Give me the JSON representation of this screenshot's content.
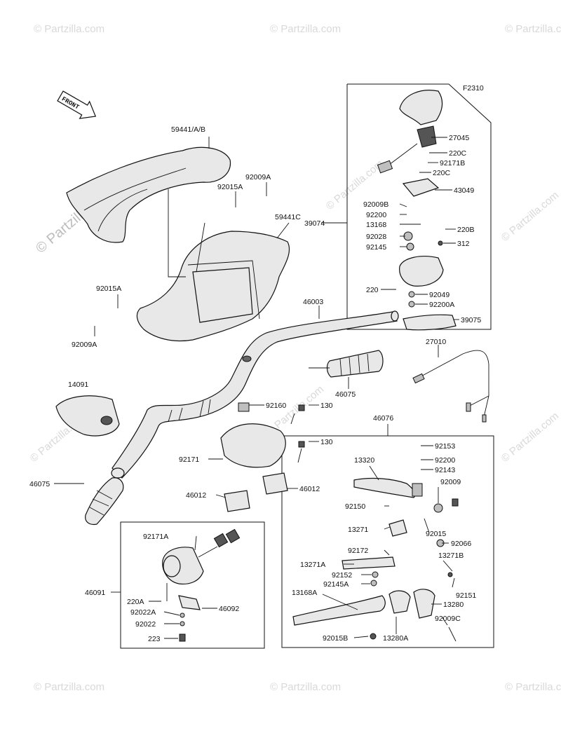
{
  "diagram_code": "F2310",
  "front_label": "FRONT",
  "watermark": "© Partzilla.com",
  "labels": {
    "p59441ab": "59441/A/B",
    "p92009a_top": "92009A",
    "p92015a_top": "92015A",
    "p59441c": "59441C",
    "p39074": "39074",
    "p92015a_left": "92015A",
    "p92009a_left": "92009A",
    "p46003": "46003",
    "p27045": "27045",
    "p220c_1": "220C",
    "p92171b": "92171B",
    "p220c_2": "220C",
    "p43049": "43049",
    "p92009b": "92009B",
    "p92200": "92200",
    "p13168": "13168",
    "p220b": "220B",
    "p92028": "92028",
    "p92145": "92145",
    "p312": "312",
    "p220": "220",
    "p92049": "92049",
    "p92200a": "92200A",
    "p39075": "39075",
    "p27010": "27010",
    "p46075_mid": "46075",
    "p14091": "14091",
    "p92160": "92160",
    "p130_1": "130",
    "p130_2": "130",
    "p46076": "46076",
    "p92171": "92171",
    "p46012_right": "46012",
    "p46012_left": "46012",
    "p46075_left": "46075",
    "p13320": "13320",
    "p92153": "92153",
    "p92200_r": "92200",
    "p92143": "92143",
    "p92009": "92009",
    "p92150": "92150",
    "p13271": "13271",
    "p92015": "92015",
    "p92066": "92066",
    "p92172": "92172",
    "p13271b": "13271B",
    "p13271a": "13271A",
    "p92152": "92152",
    "p92145a": "92145A",
    "p92151": "92151",
    "p13168a": "13168A",
    "p13280": "13280",
    "p92009c": "92009C",
    "p92015b": "92015B",
    "p13280a": "13280A",
    "p92171a": "92171A",
    "p46091": "46091",
    "p220a": "220A",
    "p46092": "46092",
    "p92022a": "92022A",
    "p92022": "92022",
    "p223": "223"
  }
}
